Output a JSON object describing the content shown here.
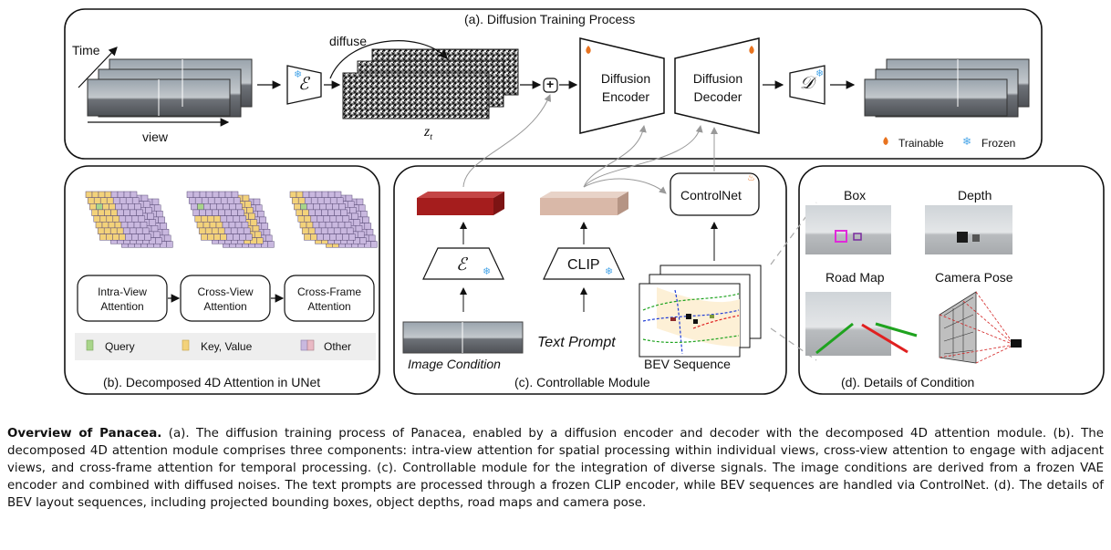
{
  "training": {
    "title": "(a). Diffusion Training Process",
    "time_label": "Time",
    "view_label": "view",
    "diffuse_label": "diffuse",
    "encoder_symbol": "ℰ",
    "noise_symbol": "z",
    "noise_subscript": "t",
    "plus_symbol": "+",
    "diffusion_encoder": [
      "Diffusion",
      "Encoder"
    ],
    "diffusion_decoder": [
      "Diffusion",
      "Decoder"
    ],
    "decoder_symbol": "𝒟",
    "legend_trainable": "Trainable",
    "legend_frozen": "Frozen"
  },
  "attention": {
    "title": "(b). Decomposed 4D Attention in UNet",
    "blocks": [
      [
        "Intra-View",
        "Attention"
      ],
      [
        "Cross-View",
        "Attention"
      ],
      [
        "Cross-Frame",
        "Attention"
      ]
    ],
    "legend": [
      "Query",
      "Key, Value",
      "Other"
    ],
    "colors": {
      "query": "#a8d58a",
      "key_value": "#f3d27a",
      "other": "#c9b8df"
    }
  },
  "controllable": {
    "title": "(c). Controllable Module",
    "encoder_symbol": "ℰ",
    "clip_label": "CLIP",
    "image_condition": "Image Condition",
    "text_prompt": "Text Prompt",
    "controlnet": "ControlNet",
    "bev_sequence": "BEV Sequence",
    "colors": {
      "image_feature": "#a51d1d",
      "text_feature": "#d9b8a8"
    }
  },
  "details": {
    "title": "(d). Details of Condition",
    "labels": [
      "Box",
      "Depth",
      "Road Map",
      "Camera Pose"
    ]
  },
  "caption": {
    "bold": "Overview of Panacea.",
    "text": " (a). The diffusion training process of Panacea, enabled by a diffusion encoder and decoder with the decomposed 4D attention module. (b). The decomposed 4D attention module comprises three components: intra-view attention for spatial processing within individual views, cross-view attention to engage with adjacent views, and cross-frame attention for temporal processing. (c). Controllable module for the integration of diverse signals. The image conditions are derived from a frozen VAE encoder and combined with diffused noises. The text prompts are processed through a frozen CLIP encoder, while BEV sequences are handled via ControlNet. (d). The details of BEV layout sequences, including projected bounding boxes, object depths, road maps and camera pose."
  }
}
